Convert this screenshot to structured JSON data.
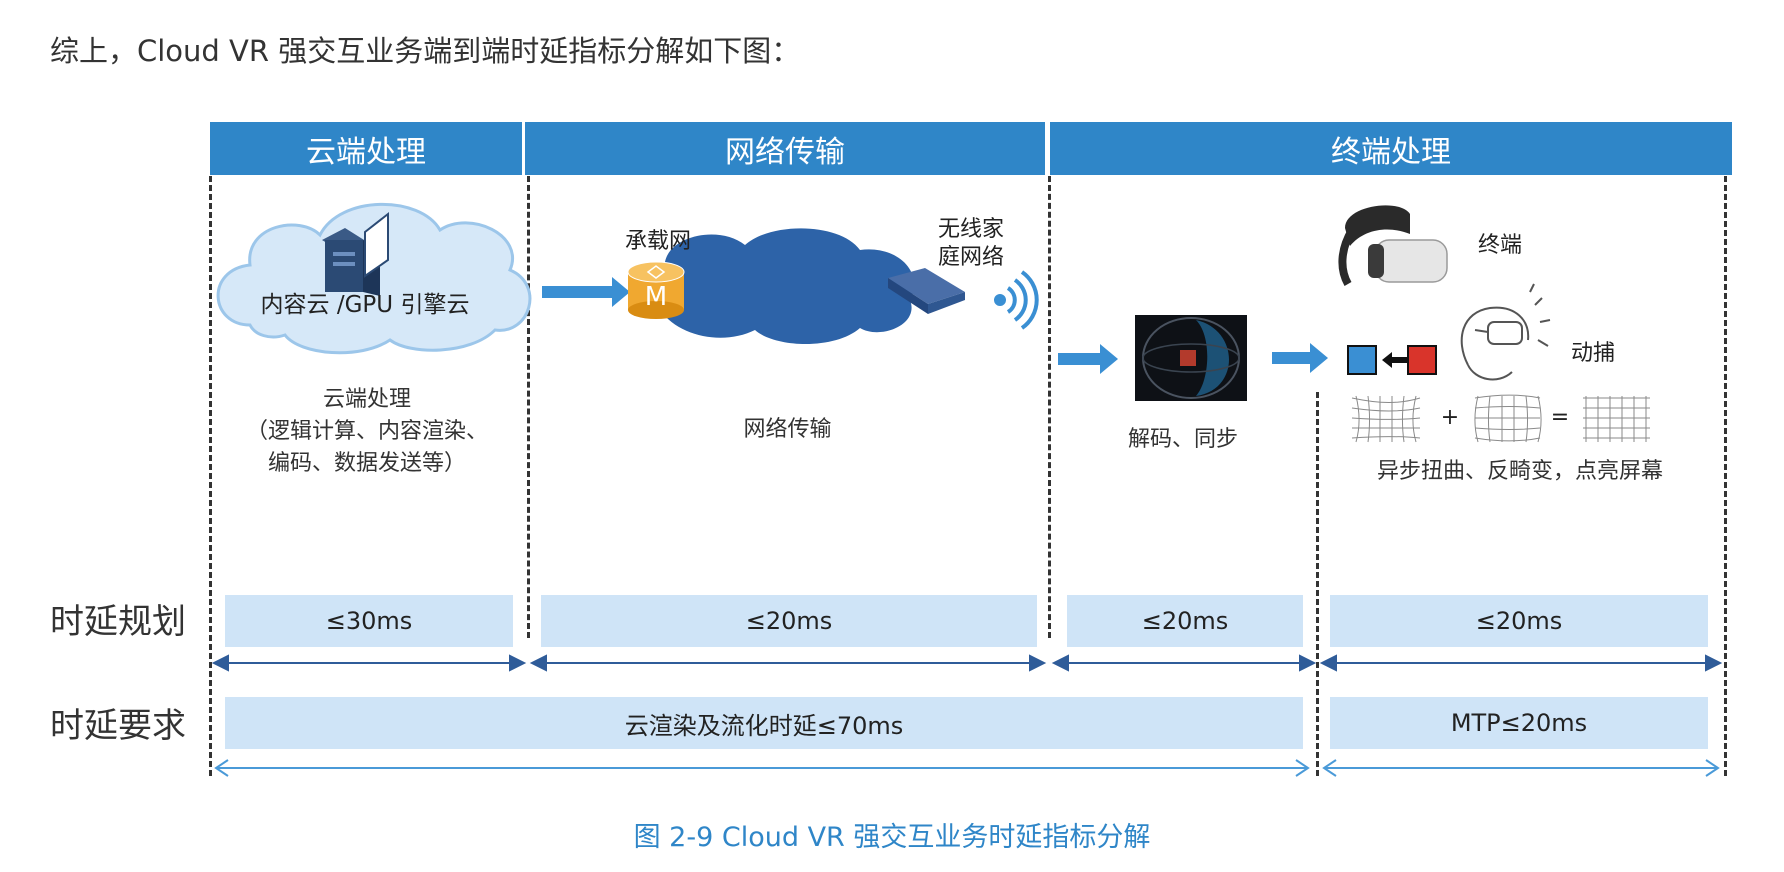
{
  "intro": "综上，Cloud VR 强交互业务端到端时延指标分解如下图：",
  "headers": {
    "cloud": "云端处理",
    "network": "网络传输",
    "terminal": "终端处理"
  },
  "cloud_section": {
    "cloud_label": "内容云 /GPU 引擎云",
    "desc_line1": "云端处理",
    "desc_line2": "（逻辑计算、内容渲染、",
    "desc_line3": "编码、数据发送等）"
  },
  "network_section": {
    "bearer_label": "承载网",
    "router_letter": "M",
    "wifi_line1": "无线家",
    "wifi_line2": "庭网络",
    "desc": "网络传输"
  },
  "terminal_section": {
    "headset_label": "终端",
    "motion_label": "动捕",
    "decode_label": "解码、同步",
    "plus": "+",
    "equals": "=",
    "render_label": "异步扭曲、反畸变，点亮屏幕"
  },
  "rows": {
    "plan_label": "时延规划",
    "require_label": "时延要求",
    "plan_values": [
      "≤30ms",
      "≤20ms",
      "≤20ms",
      "≤20ms"
    ],
    "require_values": [
      "云渲染及流化时延≤70ms",
      "MTP≤20ms"
    ]
  },
  "caption": "图 2-9 Cloud VR 强交互业务时延指标分解",
  "colors": {
    "header_blue": "#2f86c8",
    "band_blue": "#cfe4f7",
    "arrow_blue": "#3a8fd3",
    "cloud_dark": "#2d63a8",
    "router_orange": "#f0a830",
    "capture_red": "#d9342b",
    "capture_blue": "#3a8fd3"
  }
}
